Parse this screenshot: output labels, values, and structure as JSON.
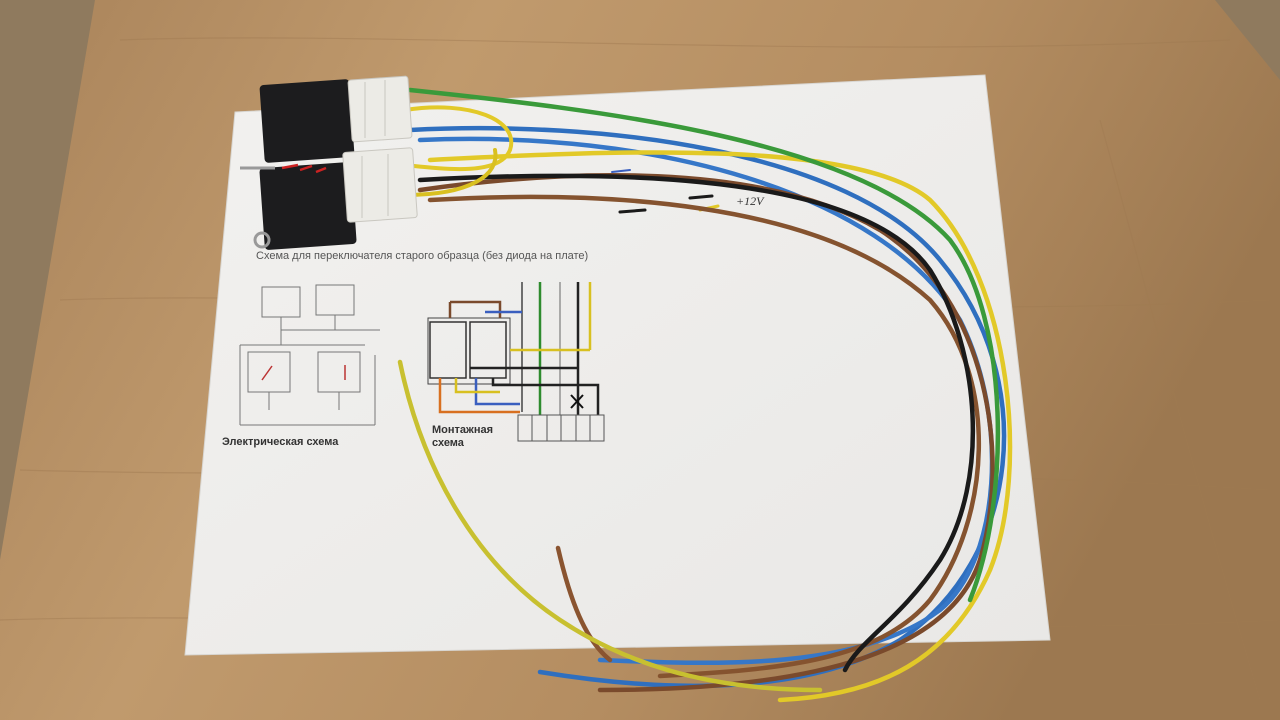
{
  "paper": {
    "title": "Схема для переключателя старого образца (без диода на плате)",
    "electrical_label": "Электрическая схема",
    "mounting_label_line1": "Монтажная",
    "mounting_label_line2": "схема",
    "handwritten_note": "+12V"
  },
  "colors": {
    "table": "#b58d60",
    "paper": "#f4f3f1",
    "relay_body": "#1c1c1e",
    "connector": "#ecebe6",
    "wire_blue": "#2f6fbf",
    "wire_brown": "#7a4a2c",
    "wire_yellow": "#e2c928",
    "wire_green": "#3a9a3a",
    "wire_black": "#1a1a1a"
  }
}
